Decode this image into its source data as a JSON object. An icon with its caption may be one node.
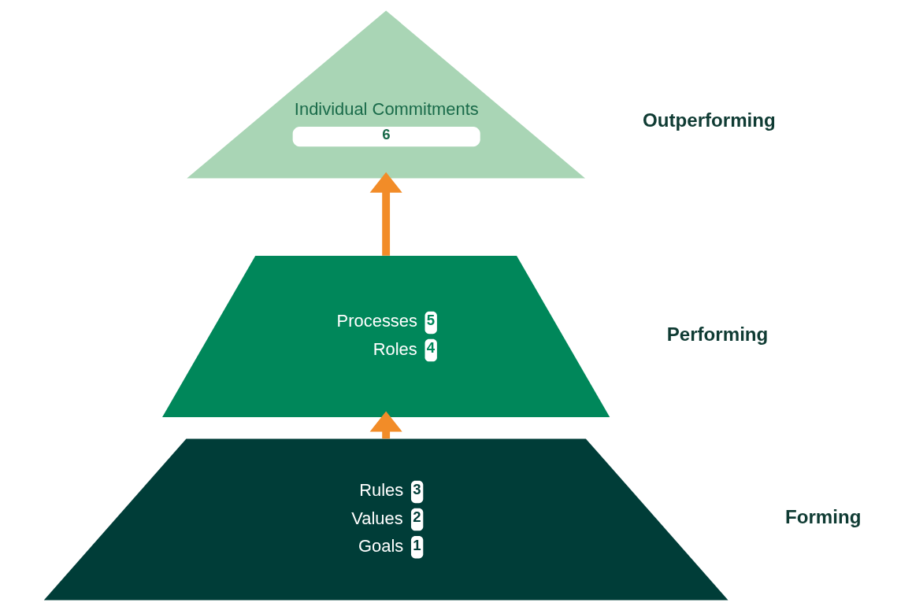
{
  "diagram": {
    "nodes": [
      {
        "text": [
          "Individual Commitments",
          "6"
        ],
        "beside": [
          "Outperforming"
        ]
      },
      {
        "text": [
          "Processes",
          "5",
          "Roles",
          "4"
        ],
        "beside": [
          "Performing"
        ]
      },
      {
        "text": [
          "Rules",
          "3",
          "Values",
          "2",
          "Goals",
          "1"
        ],
        "beside": [
          "Forming"
        ]
      }
    ],
    "edges": [
      {
        "from": 2,
        "to": 1,
        "arrow": "to"
      },
      {
        "from": 1,
        "to": 0,
        "arrow": "to"
      }
    ]
  }
}
